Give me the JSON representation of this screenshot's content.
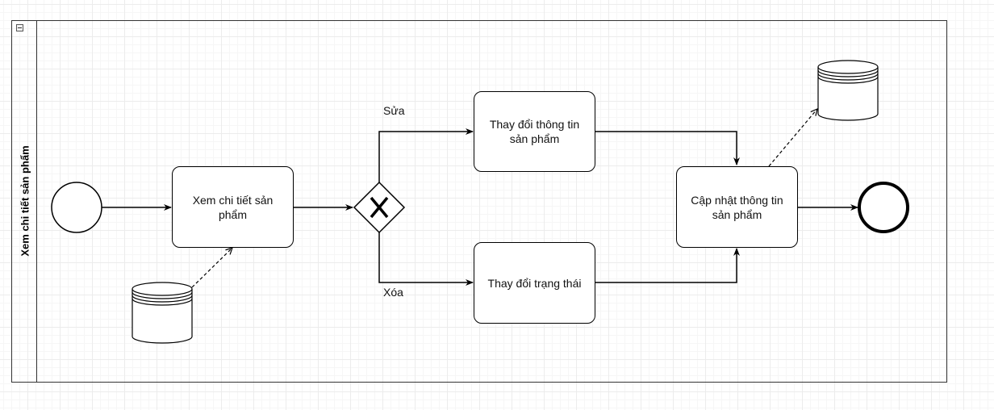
{
  "pool": {
    "title": "Xem chi tiết sản phẩm"
  },
  "tasks": {
    "view_details": "Xem chi tiết sản phẩm",
    "change_info": "Thay đổi thông tin sản phẩm",
    "change_status": "Thay đổi trạng thái",
    "update_info": "Cập nhật thông tin sản phẩm"
  },
  "edge_labels": {
    "edit": "Sửa",
    "delete": "Xóa"
  },
  "colors": {
    "stroke": "#000000",
    "grid": "#ececec",
    "background": "#ffffff"
  }
}
